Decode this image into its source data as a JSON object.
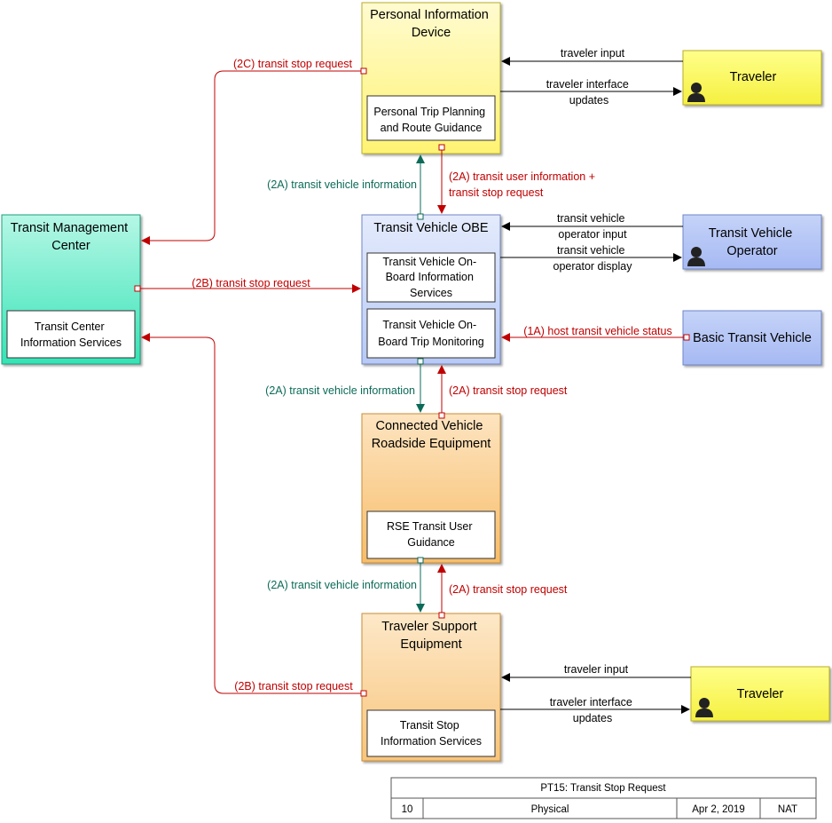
{
  "colors": {
    "pid_fill": "#fff59a",
    "obe_fill": "#c3d3f7",
    "rse_fill": "#f9c880",
    "tse_fill": "#f9d29a",
    "tmc_fill": "#43e8bd",
    "traveler_fill": "#ffff55",
    "operator_fill": "#b0c2f5",
    "red_flow": "#c00000",
    "green_flow": "#0c6b58",
    "black_flow": "#000000"
  },
  "nodes": {
    "pid": {
      "title_lines": [
        "Personal Information",
        "Device"
      ],
      "sub_lines": [
        "Personal Trip Planning",
        "and Route Guidance"
      ]
    },
    "obe": {
      "title_lines": [
        "Transit Vehicle OBE"
      ],
      "sub1_lines": [
        "Transit Vehicle On-",
        "Board Information",
        "Services"
      ],
      "sub2_lines": [
        "Transit Vehicle On-",
        "Board Trip Monitoring"
      ]
    },
    "rse": {
      "title_lines": [
        "Connected Vehicle",
        "Roadside Equipment"
      ],
      "sub_lines": [
        "RSE Transit User",
        "Guidance"
      ]
    },
    "tse": {
      "title_lines": [
        "Traveler Support",
        "Equipment"
      ],
      "sub_lines": [
        "Transit Stop",
        "Information Services"
      ]
    },
    "tmc": {
      "title_lines": [
        "Transit Management",
        "Center"
      ],
      "sub_lines": [
        "Transit Center",
        "Information Services"
      ]
    },
    "traveler_top": {
      "title_lines": [
        "Traveler"
      ],
      "icon": "person-icon"
    },
    "operator": {
      "title_lines": [
        "Transit Vehicle",
        "Operator"
      ],
      "icon": "person-icon"
    },
    "basic_vehicle": {
      "title_lines": [
        "Basic Transit Vehicle"
      ]
    },
    "traveler_bottom": {
      "title_lines": [
        "Traveler"
      ],
      "icon": "person-icon"
    }
  },
  "flows": {
    "traveler_input_top": [
      "traveler input"
    ],
    "traveler_updates_top": [
      "traveler interface",
      "updates"
    ],
    "tmc_to_pid": [
      "(2C) transit stop request"
    ],
    "obe_to_pid_info": [
      "(2A) transit vehicle information"
    ],
    "pid_to_obe_request": [
      "(2A) transit user information +",
      "transit stop request"
    ],
    "operator_input": [
      "transit vehicle",
      "operator input"
    ],
    "operator_display": [
      "transit vehicle",
      "operator display"
    ],
    "tmc_to_obe": [
      "(2B) transit stop request"
    ],
    "host_status": [
      "(1A) host transit vehicle status"
    ],
    "obe_to_rse_info": [
      "(2A) transit vehicle information"
    ],
    "rse_to_obe_request": [
      "(2A) transit stop request"
    ],
    "rse_to_tse_info": [
      "(2A) transit vehicle information"
    ],
    "tse_to_rse_request": [
      "(2A) transit stop request"
    ],
    "tse_to_tmc": [
      "(2B) transit stop request"
    ],
    "traveler_input_bottom": [
      "traveler input"
    ],
    "traveler_updates_bottom": [
      "traveler interface",
      "updates"
    ]
  },
  "title_block": {
    "title": "PT15: Transit Stop Request",
    "number": "10",
    "view": "Physical",
    "date": "Apr 2, 2019",
    "org": "NAT"
  }
}
